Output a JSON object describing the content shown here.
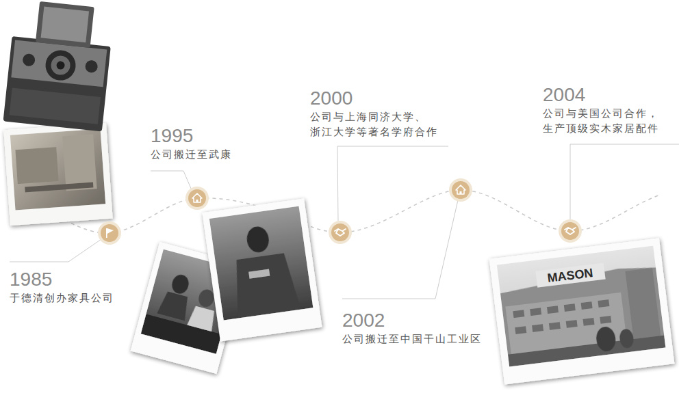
{
  "diagram": {
    "nodes": [
      {
        "text": [
          "1985",
          "于德清创办家具公司"
        ]
      },
      {
        "text": [
          "1995",
          "公司搬迁至武康"
        ]
      },
      {
        "text": [
          "2000",
          "公司与上海同济大学、 浙江大学等著名学府合作"
        ]
      },
      {
        "text": [
          "2002",
          "公司搬迁至中国干山工业区"
        ]
      },
      {
        "text": [
          "2004",
          "公司与美国公司合作， 生产顶级实木家居配件"
        ]
      }
    ],
    "labels": [
      "MASON"
    ]
  }
}
